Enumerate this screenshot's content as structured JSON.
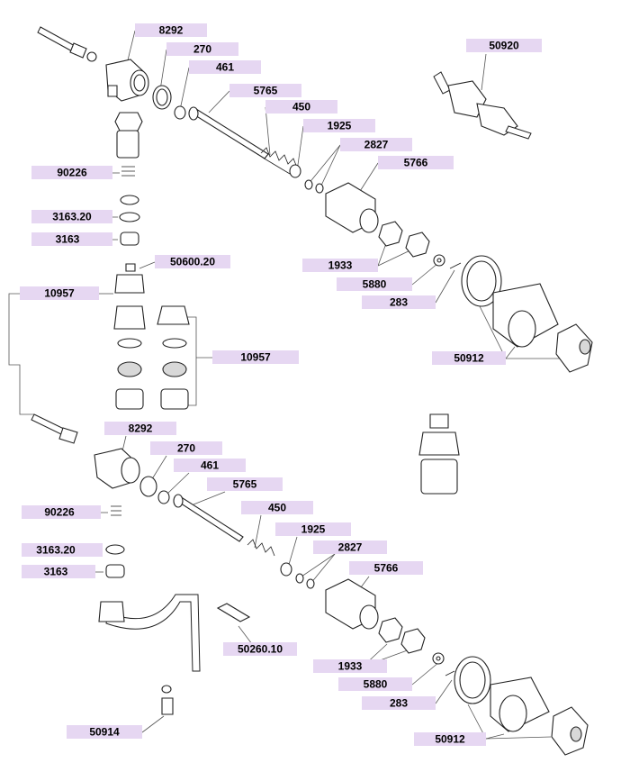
{
  "callouts": {
    "c01": "8292",
    "c02": "270",
    "c03": "461",
    "c04": "5765",
    "c05": "450",
    "c06": "1925",
    "c07": "2827",
    "c08": "5766",
    "c09": "50920",
    "c10": "90226",
    "c11": "3163.20",
    "c12": "3163",
    "c13": "50600.20",
    "c14": "1933",
    "c15": "5880",
    "c16": "283",
    "c17": "10957",
    "c18": "10957",
    "c19": "50912",
    "c20": "8292",
    "c21": "270",
    "c22": "461",
    "c23": "5765",
    "c24": "450",
    "c25": "90226",
    "c26": "1925",
    "c27": "2827",
    "c28": "3163.20",
    "c29": "3163",
    "c30": "5766",
    "c31": "50260.10",
    "c32": "1933",
    "c33": "5880",
    "c34": "283",
    "c35": "50914",
    "c36": "50912"
  }
}
